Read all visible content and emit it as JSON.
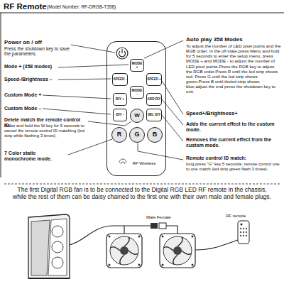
{
  "diagram": {
    "title": "RF Remote",
    "nodes": [
      {
        "text": [
          "RF Wireless"
        ]
      },
      {
        "text": [
          "MODE +"
        ],
        "in": 0
      },
      {
        "text": [
          "SPEED -"
        ],
        "in": 0
      },
      {
        "text": [
          "MODE -"
        ],
        "in": 0
      },
      {
        "text": [
          "SPEED +"
        ],
        "in": 0
      },
      {
        "text": [
          "DIY +"
        ],
        "in": 0
      },
      {
        "text": [
          "ADD DIY"
        ],
        "in": 0
      },
      {
        "text": [
          "DIY -"
        ],
        "in": 0
      },
      {
        "text": [
          "W"
        ],
        "in": 0
      },
      {
        "text": [
          "DEL DIY"
        ],
        "in": 0
      },
      {
        "text": [
          "R"
        ],
        "in": 0
      },
      {
        "text": [
          "G"
        ],
        "in": 0
      },
      {
        "text": [
          "B"
        ],
        "in": 0
      }
    ],
    "edges": [],
    "labels": [
      "(Model Number: RF-DRGB-T358)",
      "Power on / off",
      "Press the shutdown key to save the parameters.",
      "Mode + (358 modes)",
      "Speed-/Brightness –",
      "Custom Mode +",
      "Custom Mode –",
      "Delete match the remote control ID:",
      "Press and hold the W key for 5 seconds to cancel the remote control ID matching (led strip while flashing 3 times).",
      "7 Color static monochrome mode.",
      "Auto play 358 Modes",
      "To adjust the number of LED pixel points and the RGB order. In the off state,press Menu and hold for 5 seconds to enter the setup menu, press MODE + and MODE - to adjust the number of LED pixel points.Press the RGB key to adjust the RGB order.Press R until the led strip shows red. Press G until the led strip shows green.Press B until theled strip shows blue,adjust the end press the shutdown key to exit.",
      "Speed+/Brightness+",
      "Adds the current effect to the custom mode.",
      "Removes the current effect from the custom mode.",
      "Remote control ID match:",
      "long press \"G\" key 5 seconds, remote control one to one match (led strip green flash 3 times).",
      "The first Digital RGB fan is to be connected to the Digital RGB LED RF remote in the chassis, while the rest of them can be daisy chained to the first one with their own male and female plugs.",
      "Male Female",
      "RF remote"
    ]
  }
}
